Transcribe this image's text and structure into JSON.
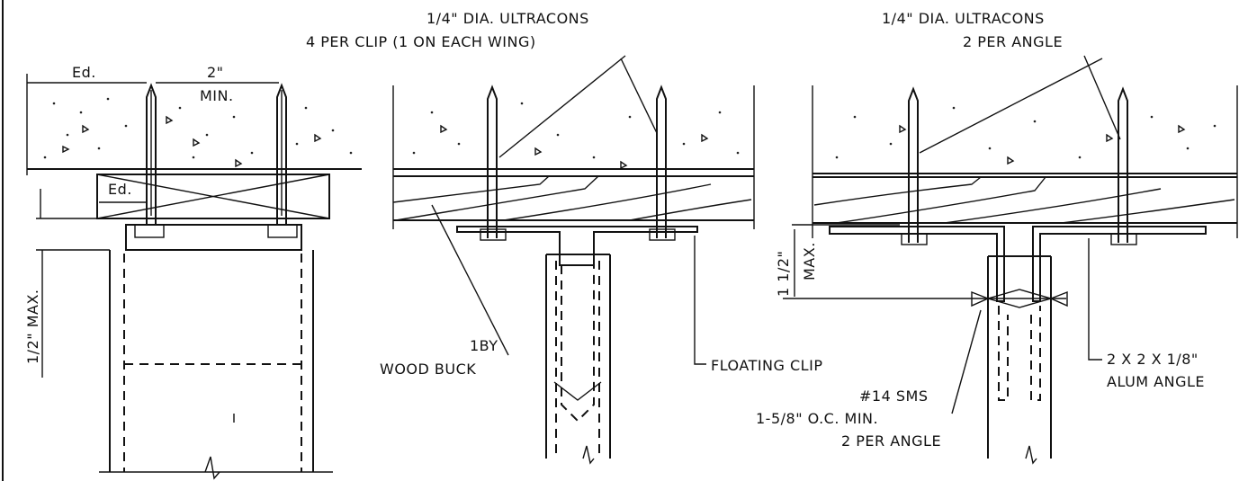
{
  "labels": {
    "ed_top": "Ed.",
    "two_inch": "2\"",
    "min": "MIN.",
    "ed_block": "Ed.",
    "half_max": "1/2\" MAX.",
    "ultracons1_line1": "1/4\" DIA. ULTRACONS",
    "ultracons1_line2": "4 PER CLIP (1 ON EACH WING)",
    "wood_buck_line1": "1BY",
    "wood_buck_line2": "WOOD BUCK",
    "floating_clip": "FLOATING CLIP",
    "ultracons2_line1": "1/4\" DIA. ULTRACONS",
    "ultracons2_line2": "2 PER ANGLE",
    "one_half_max_a": "1 1/2\"",
    "one_half_max_b": "MAX.",
    "sms_line1": "#14 SMS",
    "sms_line2": "1-5/8\" O.C. MIN.",
    "sms_line3": "2 PER ANGLE",
    "angle_line1": "2 X 2 X 1/8\"",
    "angle_line2": "ALUM ANGLE"
  }
}
